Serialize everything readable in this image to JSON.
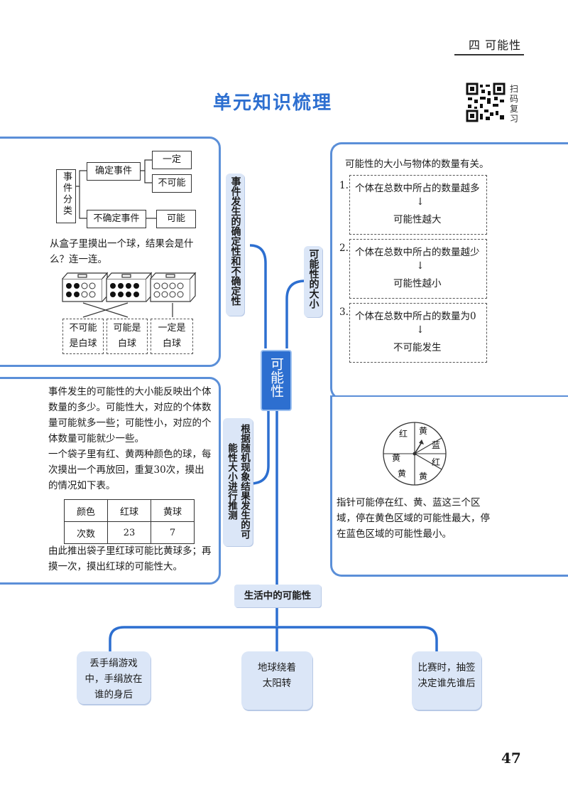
{
  "chapter": "四  可能性",
  "title": "单元知识梳理",
  "scan_label": "扫码复习",
  "page_number": "47",
  "center_label": "可能性",
  "bottom_label": "生活中的可能性",
  "branch_labels": {
    "certainty": "事件发生的确定性和不确定性",
    "magnitude": "可能性的大小",
    "inference": "根据随机现象结果发生的可能性大小进行推测"
  },
  "classification": {
    "root": "事件分类",
    "certain": "确定事件",
    "uncertain": "不确定事件",
    "must": "一定",
    "impossible": "不可能",
    "possible": "可能"
  },
  "ball_question": "从盒子里摸出一个球，结果会是什么？连一连。",
  "ball_answers": [
    "不可能是白球",
    "可能是白球",
    "一定是白球"
  ],
  "magnitude": {
    "intro": "可能性的大小与物体的数量有关。",
    "items": [
      {
        "num": "1.",
        "cond": "个体在总数中所占的数量越多",
        "result": "可能性越大"
      },
      {
        "num": "2.",
        "cond": "个体在总数中所占的数量越少",
        "result": "可能性越小"
      },
      {
        "num": "3.",
        "cond": "个体在总数中所占的数量为0",
        "result": "不可能发生"
      }
    ]
  },
  "spinner": {
    "sectors": [
      "黄",
      "蓝",
      "红",
      "黄",
      "黄",
      "黄",
      "红"
    ],
    "text": "指针可能停在红、黄、蓝这三个区域，停在黄色区域的可能性最大，停在蓝色区域的可能性最小。"
  },
  "inference": {
    "para1": "事件发生的可能性的大小能反映出个体数量的多少。可能性大，对应的个体数量可能就多一些；可能性小，对应的个体数量可能就少一些。",
    "para2": "一个袋子里有红、黄两种颜色的球，每次摸出一个再放回，重复30次，摸出的情况如下表。",
    "table": {
      "headers": [
        "颜色",
        "红球",
        "黄球"
      ],
      "row_label": "次数",
      "values": [
        "23",
        "7"
      ]
    },
    "conclusion": "由此推出袋子里红球可能比黄球多；再摸一次，摸出红球的可能性大。"
  },
  "life_examples": [
    "丢手绢游戏中，手绢放在谁的身后",
    "地球绕着太阳转",
    "比赛时，抽签决定谁先谁后"
  ],
  "colors": {
    "accent": "#2d6fd0",
    "border": "#5b8fd8",
    "label_bg": "#dbe6f7"
  }
}
